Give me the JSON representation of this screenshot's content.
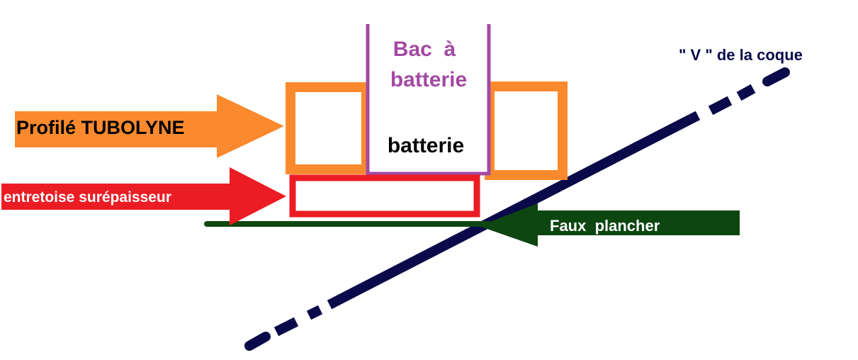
{
  "labels": {
    "bac_line1": "Bac  à",
    "bac_line2": "batterie",
    "batterie": "batterie",
    "profile": "Profilé TUBOLYNE",
    "entretoise": "entretoise surépaisseur",
    "faux_plancher": "Faux  plancher",
    "coque": "\" V \" de la coque"
  },
  "colors": {
    "profile": "#fb8a2e",
    "entretoise": "#ec1c24",
    "bac": "#a349a4",
    "faux_plancher": "#0d4611",
    "coque": "#0a0a4a",
    "text_dark": "#000000",
    "text_light": "#ffffff"
  }
}
